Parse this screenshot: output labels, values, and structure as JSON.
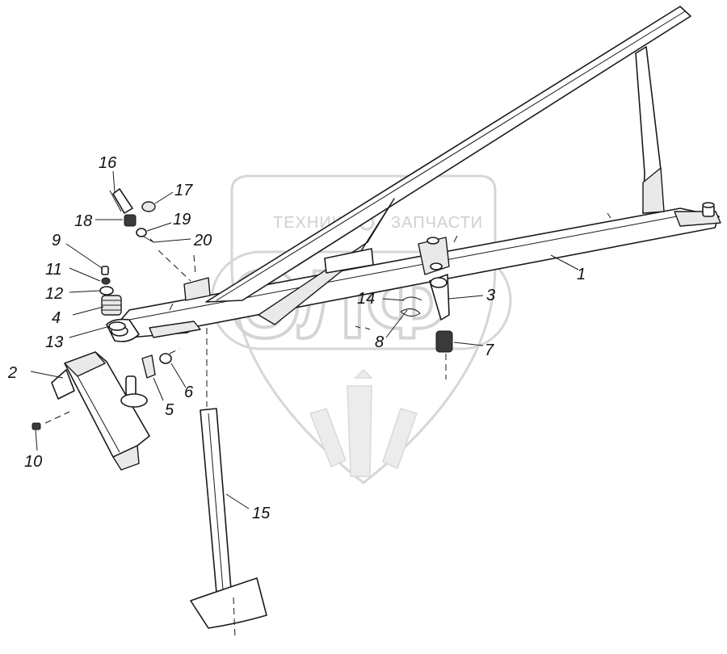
{
  "watermark": {
    "word_left": "ТЕХНИКА",
    "word_right": "ЗАПЧАСТИ",
    "logo": "ЭЛФ"
  },
  "callouts": [
    {
      "id": "c1",
      "text": "1"
    },
    {
      "id": "c2",
      "text": "2"
    },
    {
      "id": "c3",
      "text": "3"
    },
    {
      "id": "c4",
      "text": "4"
    },
    {
      "id": "c5",
      "text": "5"
    },
    {
      "id": "c6",
      "text": "6"
    },
    {
      "id": "c7",
      "text": "7"
    },
    {
      "id": "c8",
      "text": "8"
    },
    {
      "id": "c9",
      "text": "9"
    },
    {
      "id": "c10",
      "text": "10"
    },
    {
      "id": "c11",
      "text": "11"
    },
    {
      "id": "c12",
      "text": "12"
    },
    {
      "id": "c13",
      "text": "13"
    },
    {
      "id": "c14",
      "text": "14"
    },
    {
      "id": "c15",
      "text": "15"
    },
    {
      "id": "c16",
      "text": "16"
    },
    {
      "id": "c17",
      "text": "17"
    },
    {
      "id": "c18",
      "text": "18"
    },
    {
      "id": "c19",
      "text": "19"
    },
    {
      "id": "c20",
      "text": "20"
    }
  ]
}
